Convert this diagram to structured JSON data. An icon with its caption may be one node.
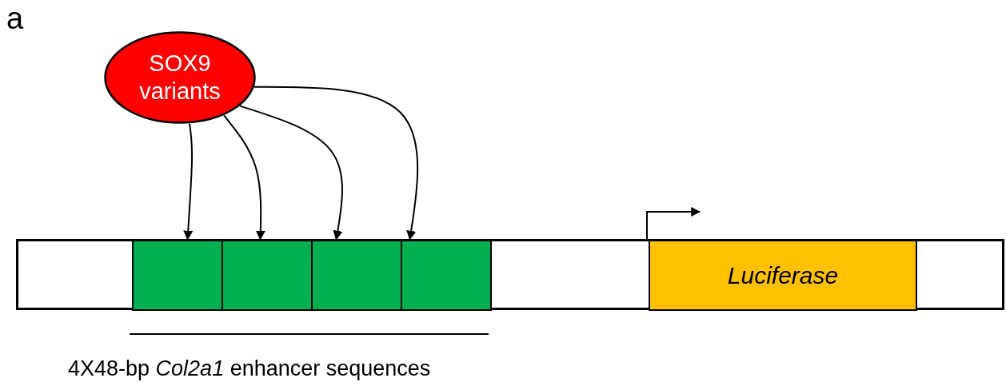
{
  "diagram": {
    "nodes": [
      {
        "text": [
          "SOX9 variants"
        ]
      },
      {
        "text": [],
        "shape": "bar"
      },
      {
        "text": [],
        "shape": "box",
        "in": 1
      },
      {
        "text": [],
        "shape": "box",
        "in": 1
      },
      {
        "text": [],
        "shape": "box",
        "in": 1
      },
      {
        "text": [],
        "shape": "box",
        "in": 1
      },
      {
        "text": [
          "Luciferase"
        ],
        "in": 1
      }
    ],
    "edges": [
      {
        "from": 0,
        "to": 2,
        "arrow": "to"
      },
      {
        "from": 0,
        "to": 3,
        "arrow": "to"
      },
      {
        "from": 0,
        "to": 4,
        "arrow": "to"
      },
      {
        "from": 0,
        "to": 5,
        "arrow": "to"
      }
    ],
    "labels": [
      "a",
      "4X48-bp *Col2a1* enhancer sequences"
    ]
  }
}
